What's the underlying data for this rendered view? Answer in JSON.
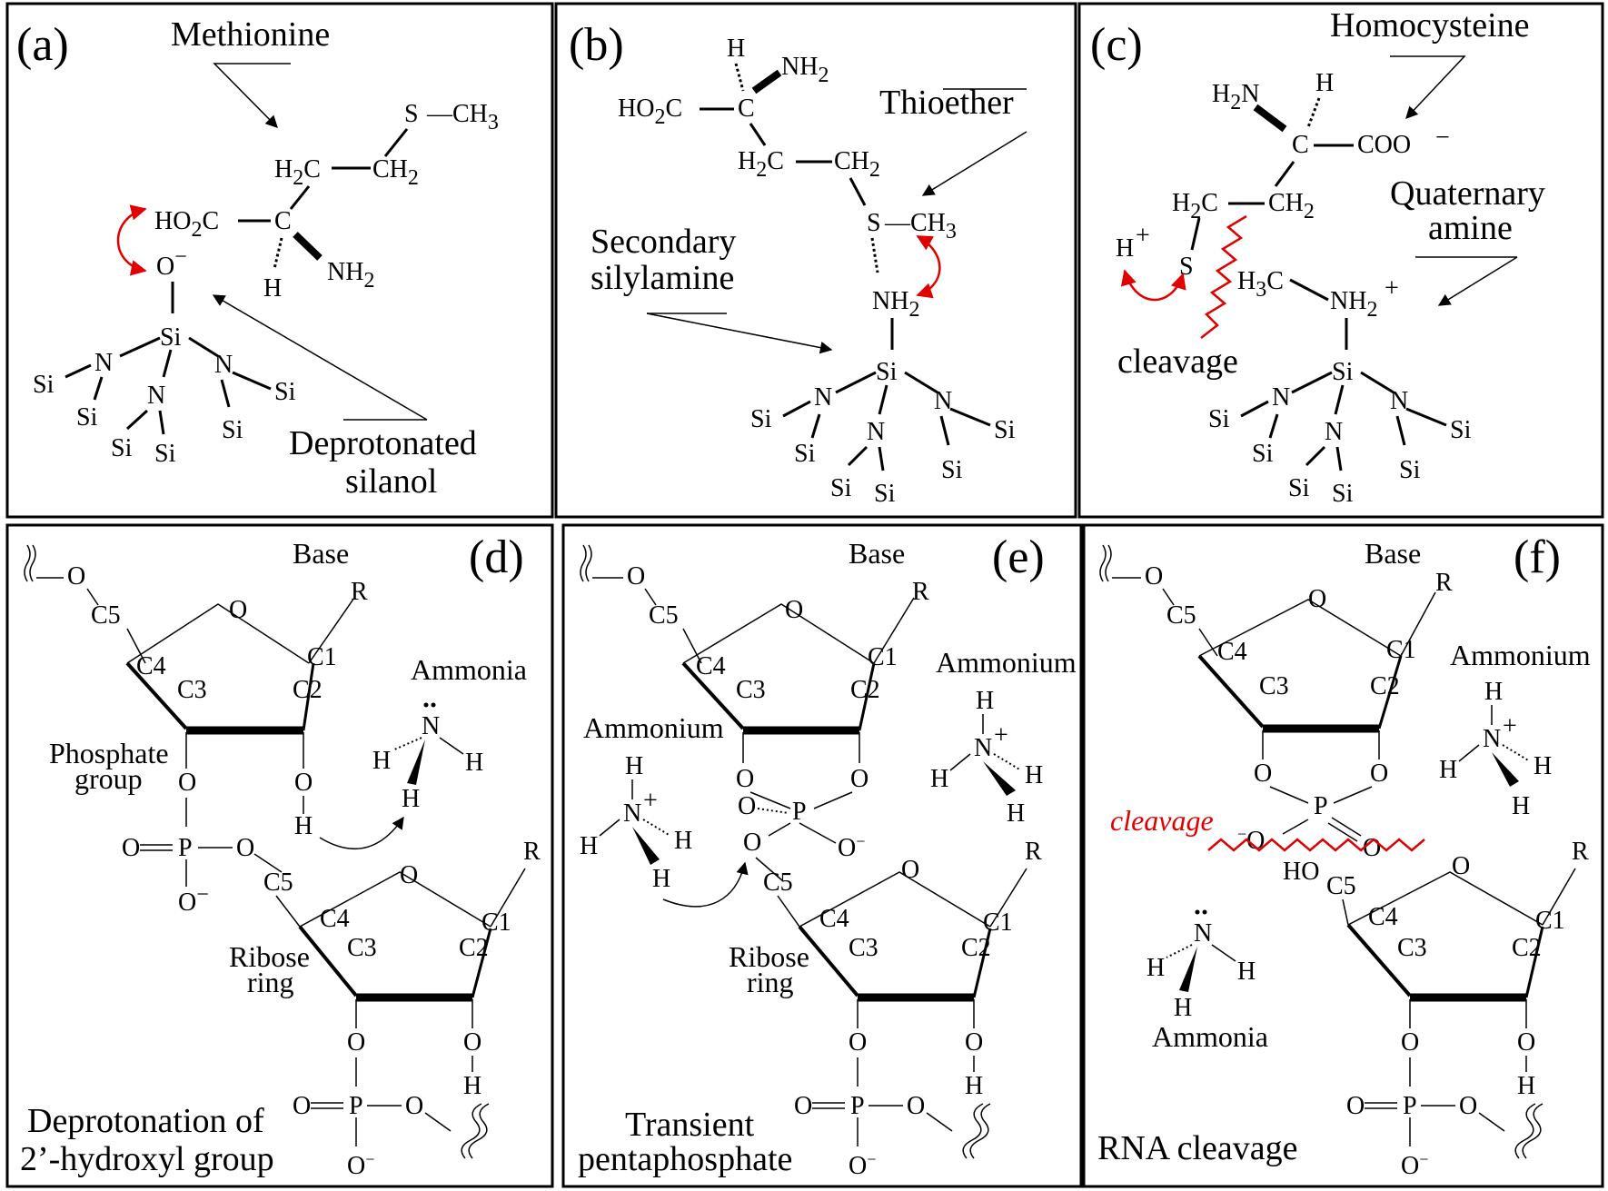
{
  "panels": {
    "a": {
      "letter": "(a)",
      "methionine": "Methionine",
      "deprotonated": "Deprotonated",
      "silanol": "silanol"
    },
    "b": {
      "letter": "(b)",
      "thioether": "Thioether",
      "secondary": "Secondary",
      "silylamine": "silylamine"
    },
    "c": {
      "letter": "(c)",
      "homocysteine": "Homocysteine",
      "quaternary": "Quaternary",
      "amine": "amine",
      "cleavage": "cleavage"
    },
    "d": {
      "letter": "(d)",
      "base": "Base",
      "ammonia": "Ammonia",
      "phosphate_line1": "Phosphate",
      "phosphate_line2": "group",
      "ribose_line1": "Ribose",
      "ribose_line2": "ring",
      "caption_line1": "Deprotonation of",
      "caption_line2": "2’-hydroxyl group"
    },
    "e": {
      "letter": "(e)",
      "base": "Base",
      "ammonium_right": "Ammonium",
      "ammonium_left": "Ammonium",
      "ribose_line1": "Ribose",
      "ribose_line2": "ring",
      "caption_line1": "Transient",
      "caption_line2": "pentaphosphate"
    },
    "f": {
      "letter": "(f)",
      "base": "Base",
      "ammonium": "Ammonium",
      "cleavage": "cleavage",
      "ammonia": "Ammonia",
      "caption": "RNA cleavage"
    }
  },
  "colors": {
    "arrow_red": "#e00000",
    "ink": "#000000"
  }
}
